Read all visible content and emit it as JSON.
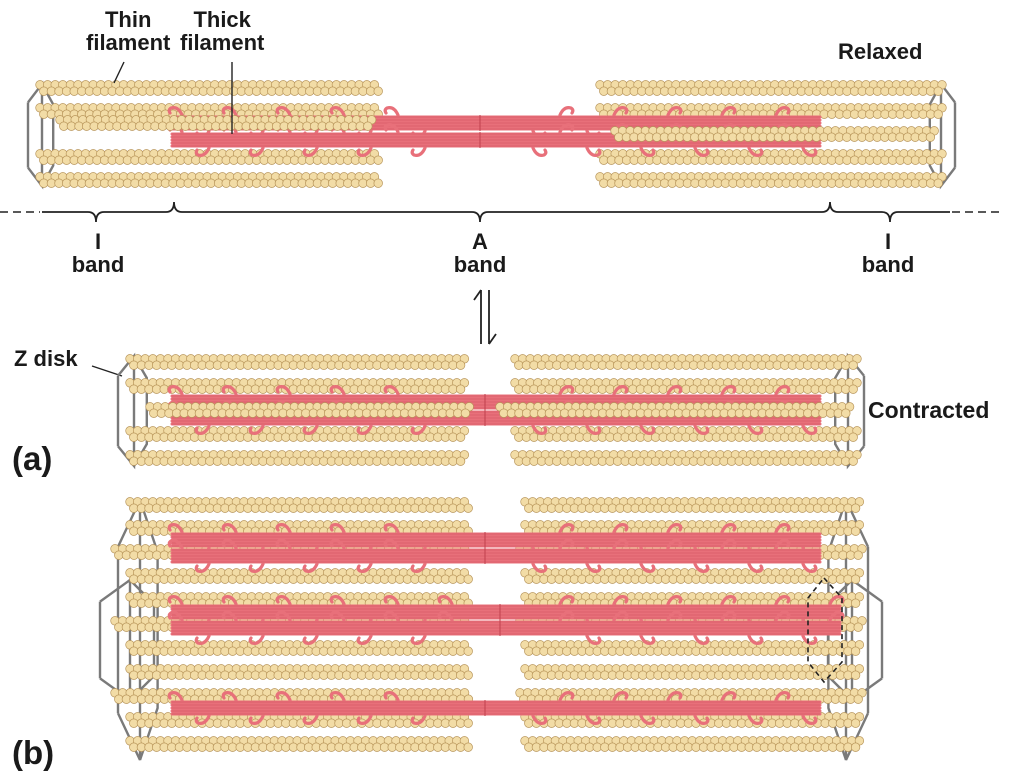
{
  "labels": {
    "thin_filament": [
      "Thin",
      "filament"
    ],
    "thick_filament": [
      "Thick",
      "filament"
    ],
    "relaxed": "Relaxed",
    "contracted": "Contracted",
    "z_disk": "Z disk",
    "i_band_left": [
      "I",
      "band"
    ],
    "a_band": [
      "A",
      "band"
    ],
    "i_band_right": [
      "I",
      "band"
    ],
    "panel_a": "(a)",
    "panel_b": "(b)"
  },
  "colors": {
    "actin_bead": "#f2dca6",
    "actin_outline": "#b8955a",
    "myosin": "#e8707a",
    "myosin_outline": "#c0404c",
    "z_disk": "#7a7a7a",
    "bracket": "#222222"
  }
}
